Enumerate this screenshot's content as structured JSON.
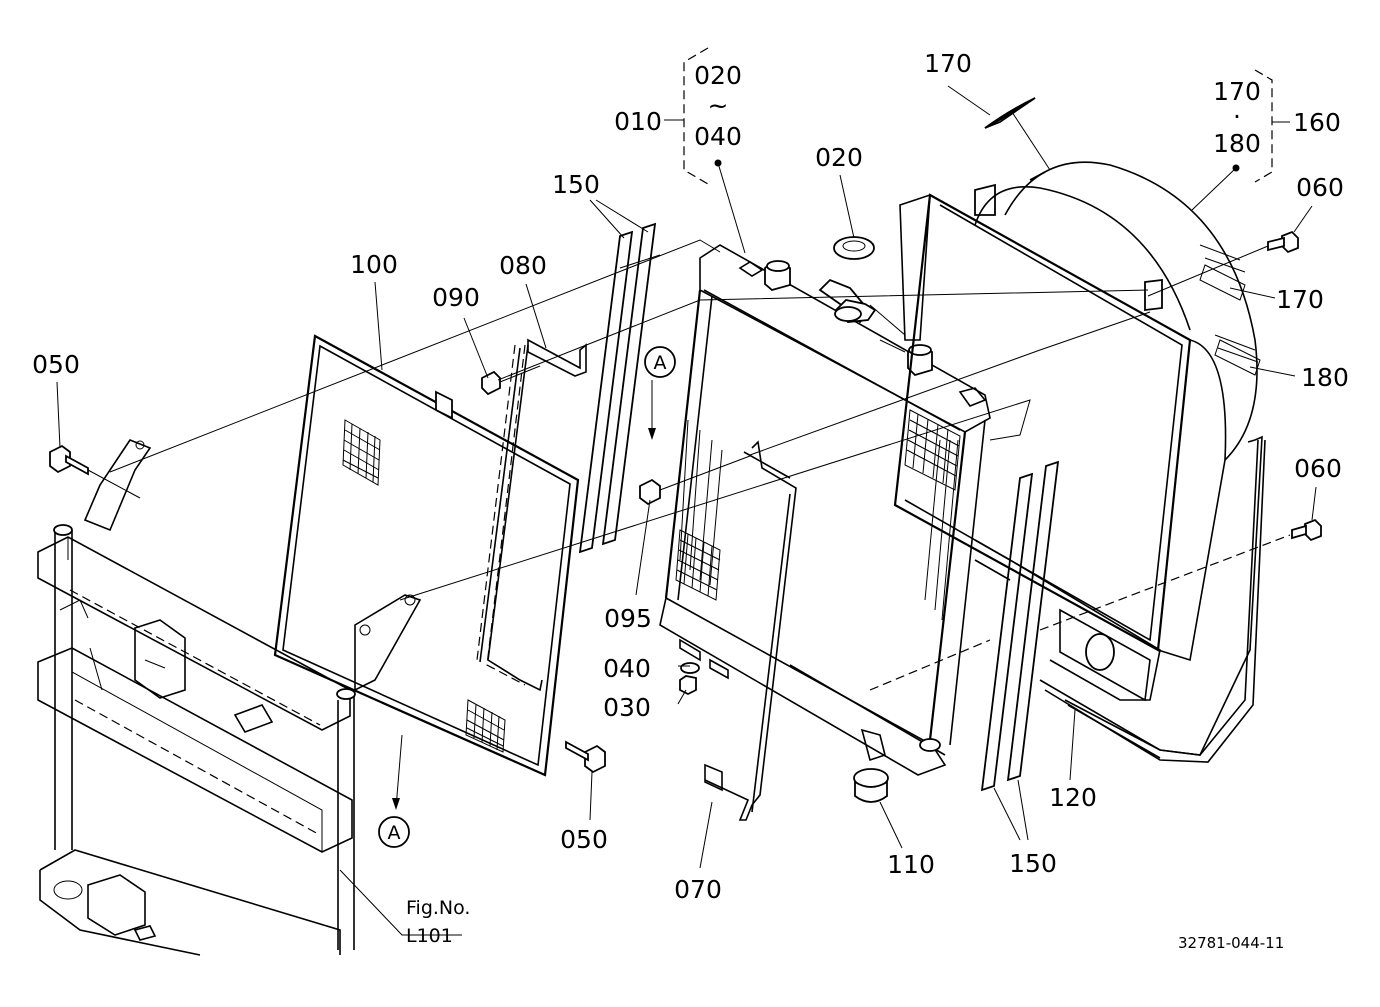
{
  "labels": {
    "p010": "010",
    "p020_top": "020",
    "p040_top": "040",
    "tilde": "~",
    "p150_top": "150",
    "p020_cap": "020",
    "p170_top": "170",
    "p170_group": "170",
    "dot": "·",
    "p180_group": "180",
    "p160": "160",
    "p060_top": "060",
    "p170_right": "170",
    "p180_right": "180",
    "p100": "100",
    "p080": "080",
    "p090": "090",
    "p050_left": "050",
    "marker_a_top": "A",
    "p095": "095",
    "p040": "040",
    "p030": "030",
    "p060_mid": "060",
    "p050_bottom": "050",
    "marker_a_bottom": "A",
    "p070": "070",
    "p110": "110",
    "p150_bottom": "150",
    "p120": "120",
    "fig_ref_title": "Fig.No.",
    "fig_ref_value": "L101",
    "drawing_number": "32781-044-11"
  }
}
